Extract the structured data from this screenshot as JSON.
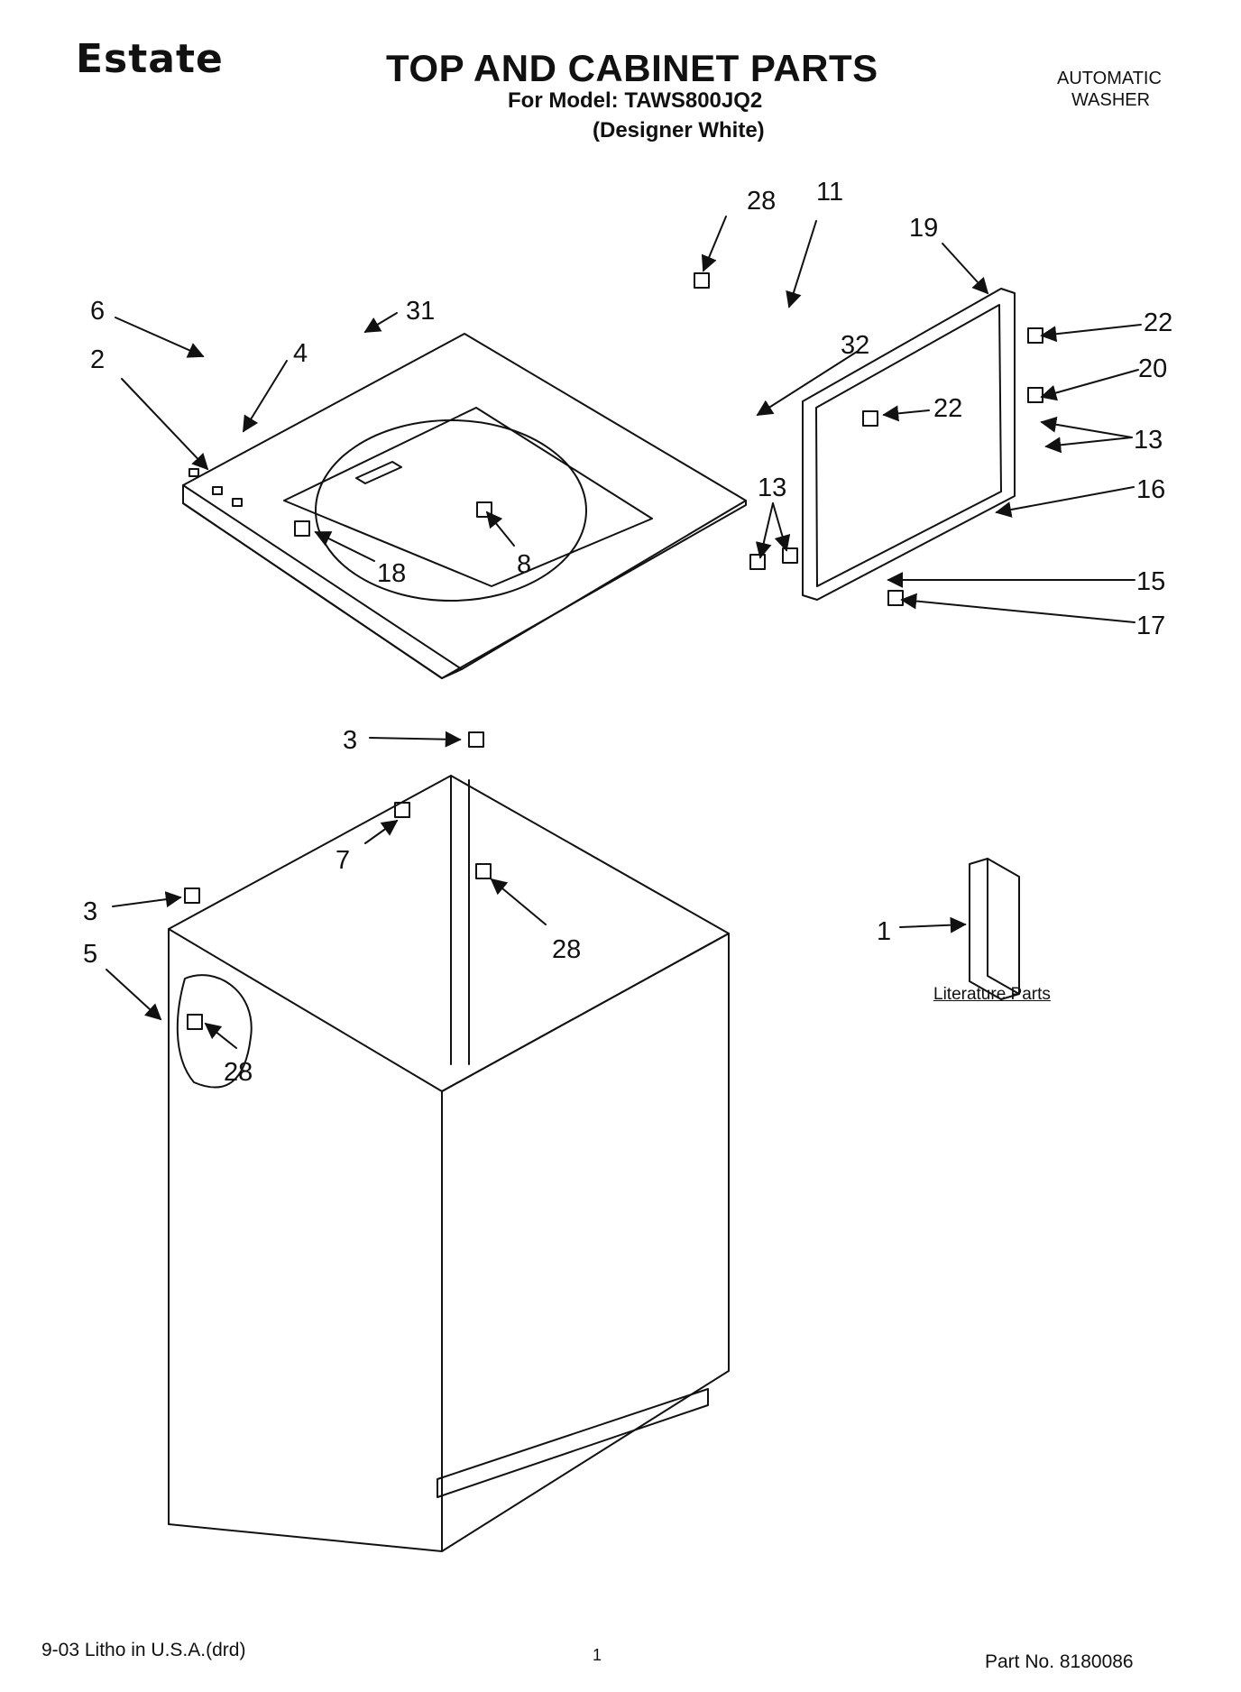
{
  "header": {
    "brand": "Estate",
    "title": "TOP AND CABINET PARTS",
    "model_line": "For Model: TAWS800JQ2",
    "variant": "(Designer White)",
    "type_line1": "AUTOMATIC",
    "type_line2": "WASHER"
  },
  "callouts": [
    "28",
    "11",
    "19",
    "22",
    "6",
    "31",
    "2",
    "4",
    "32",
    "20",
    "22",
    "13",
    "16",
    "8",
    "18",
    "13",
    "15",
    "17",
    "3",
    "7",
    "28",
    "3",
    "5",
    "1",
    "28"
  ],
  "literature_label": "Literature Parts",
  "footer": {
    "left": "9-03 Litho in U.S.A.(drd)",
    "page": "1",
    "part_no": "Part No. 8180086"
  }
}
